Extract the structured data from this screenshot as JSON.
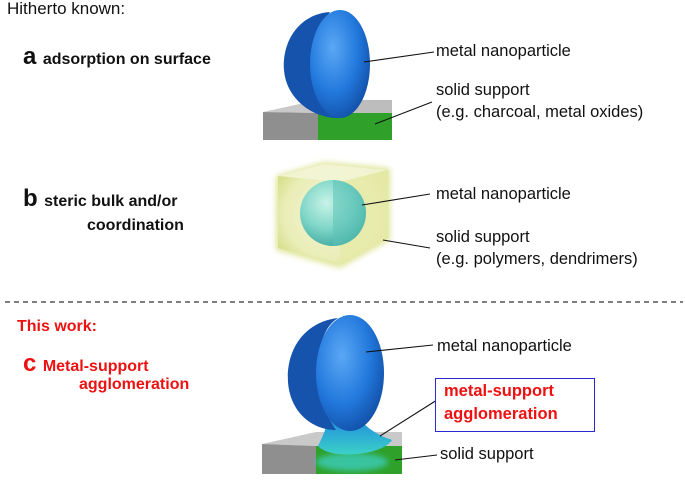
{
  "hitherto_label": "Hitherto known:",
  "panel_a": {
    "letter": "a",
    "title": "adsorption on surface",
    "label_particle": "metal nanoparticle",
    "label_support_1": "solid support",
    "label_support_2": "(e.g. charcoal, metal oxides)"
  },
  "panel_b": {
    "letter": "b",
    "title_line1": "steric bulk and/or",
    "title_line2": "coordination",
    "label_particle": "metal nanoparticle",
    "label_support_1": "solid support",
    "label_support_2": "(e.g. polymers, dendrimers)"
  },
  "this_work_label": "This work:",
  "panel_c": {
    "letter": "c",
    "title_line1": "Metal-support",
    "title_line2": "agglomeration",
    "label_particle": "metal nanoparticle",
    "label_agglom_1": "metal-support",
    "label_agglom_2": "agglomeration",
    "label_support": "solid support"
  },
  "colors": {
    "particle_blue": "#1f6fd6",
    "support_green": "#2fa12a",
    "support_gray": "#9c9c9c",
    "highlight_red": "#ee1111",
    "box_blue": "#2a2ad0",
    "sphere_teal": "#7fd6c8",
    "cube_yellow": "#eef0b8"
  }
}
